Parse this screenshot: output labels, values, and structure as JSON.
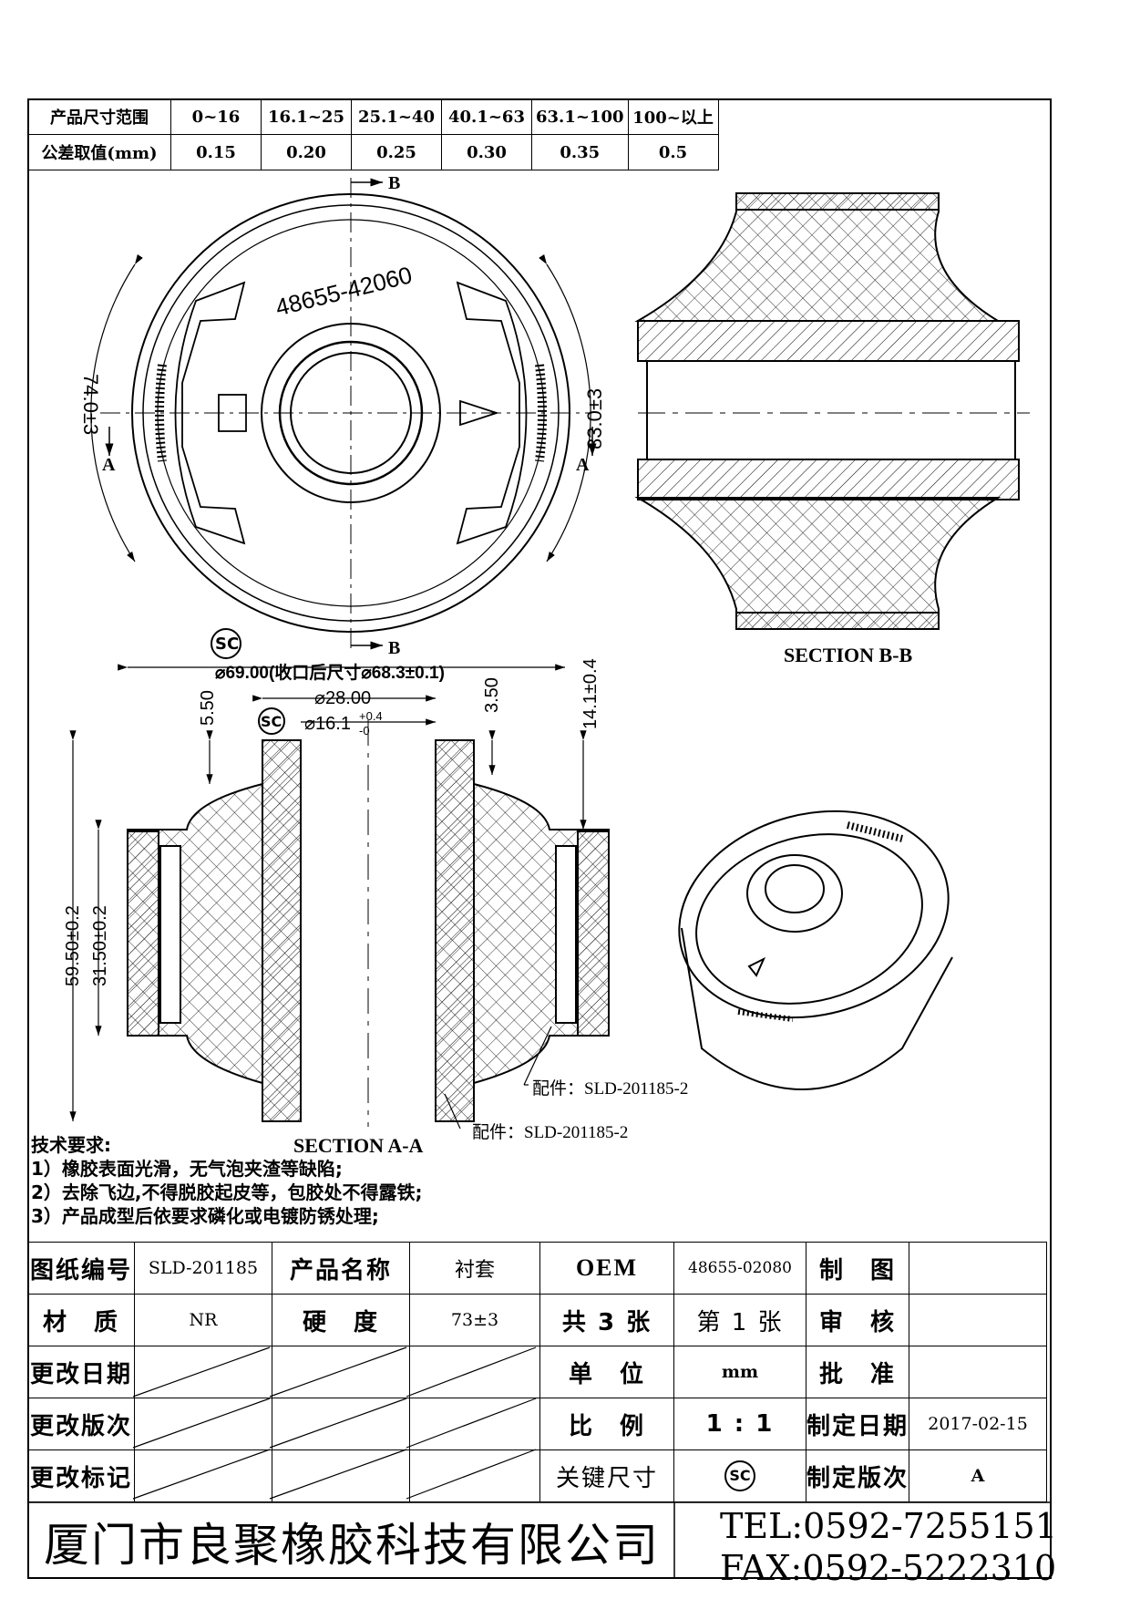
{
  "tolerance_table": {
    "row1_label": "产品尺寸范围",
    "row2_label": "公差取值(mm)",
    "ranges": [
      "0~16",
      "16.1~25",
      "25.1~40",
      "40.1~63",
      "63.1~100",
      "100~以上"
    ],
    "values": [
      "0.15",
      "0.20",
      "0.25",
      "0.30",
      "0.35",
      "0.5"
    ]
  },
  "front_view": {
    "part_number": "48655-42060",
    "dim_left": "74.0±3",
    "dim_right": "83.0±3",
    "section_b_top": "B",
    "section_b_bottom": "B",
    "section_a_left": "A",
    "section_a_right": "A"
  },
  "section_bb": {
    "label": "SECTION B-B"
  },
  "section_aa": {
    "label": "SECTION A-A",
    "sc_mark": "SC",
    "dim_outer": "⌀69.00(收口后尺寸⌀68.3±0.1)",
    "dim_inner28": "⌀28.00",
    "dim_bore": "⌀16.1",
    "dim_bore_tol_plus": "+0.4",
    "dim_bore_tol_minus": "-0",
    "dim_550": "5.50",
    "dim_350": "3.50",
    "dim_141": "14.1±0.4",
    "dim_5950": "59.50±0.2",
    "dim_3150": "31.50±0.2",
    "part_ref_1": "配件：SLD-201185-2",
    "part_ref_2": "配件：SLD-201185-2"
  },
  "requirements": {
    "title": "技术要求:",
    "items": [
      "1）橡胶表面光滑，无气泡夹渣等缺陷;",
      "2）去除飞边,不得脱胶起皮等，包胶处不得露铁;",
      "3）产品成型后依要求磷化或电镀防锈处理;"
    ]
  },
  "title_block": {
    "drawing_no_label": "图纸编号",
    "drawing_no": "SLD-201185",
    "product_name_label": "产品名称",
    "product_name": "衬套",
    "oem_label": "OEM",
    "oem": "48655-02080",
    "drawn_label": "制　图",
    "material_label": "材　质",
    "material": "NR",
    "hardness_label": "硬　度",
    "hardness": "73±3",
    "sheets_total": "共 3 张",
    "sheet_no": "第 1 张",
    "check_label": "审　核",
    "change_date_label": "更改日期",
    "unit_label": "单　位",
    "unit": "mm",
    "approve_label": "批　准",
    "change_rev_label": "更改版次",
    "scale_label": "比　例",
    "scale": "1 : 1",
    "make_date_label": "制定日期",
    "make_date": "2017-02-15",
    "change_mark_label": "更改标记",
    "key_dim_label": "关键尺寸",
    "key_dim_symbol": "SC",
    "make_rev_label": "制定版次",
    "make_rev": "A"
  },
  "company": {
    "name": "厦门市良聚橡胶科技有限公司",
    "tel": "TEL:0592-7255151",
    "fax": "FAX:0592-5222310"
  }
}
